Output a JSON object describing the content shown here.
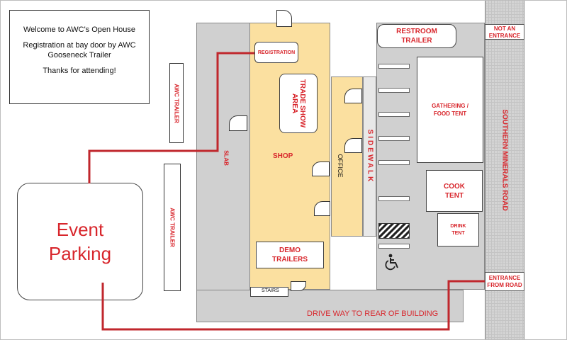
{
  "welcome": {
    "line1": "Welcome to AWC's Open House",
    "line2": "Registration at bay door by AWC Gooseneck Trailer",
    "line3": "Thanks for attending!"
  },
  "labels": {
    "awc_trailer_top": "AWC TRAILER",
    "awc_trailer_bottom": "AWC TRAILER",
    "event_parking": "Event Parking",
    "slab": "SLAB",
    "registration": "REGISTRATION",
    "trade_show_area": "TRADE SHOW AREA",
    "shop": "SHOP",
    "office": "OFFICE",
    "sidewalk": "SIDEWALK",
    "demo_trailers": "DEMO TRAILERS",
    "stairs": "STAIRS",
    "driveway": "DRIVE WAY TO REAR OF BUILDING",
    "restroom_trailer": "RESTROOM TRAILER",
    "gathering_food_tent": "GATHERING / FOOD TENT",
    "cook_tent": "COOK TENT",
    "drink_tent": "DRINK TENT",
    "not_an_entrance": "NOT AN ENTRANCE",
    "entrance_from_road": "ENTRANCE FROM ROAD",
    "southern_minerals_road": "SOUTHERN MINERALS ROAD"
  },
  "icons": {
    "accessible": "wheelchair-icon"
  },
  "colors": {
    "route": "#c0272d",
    "label_red": "#d8262c",
    "shop_fill": "#fbe0a0",
    "building_grey": "#d0d0d0"
  }
}
